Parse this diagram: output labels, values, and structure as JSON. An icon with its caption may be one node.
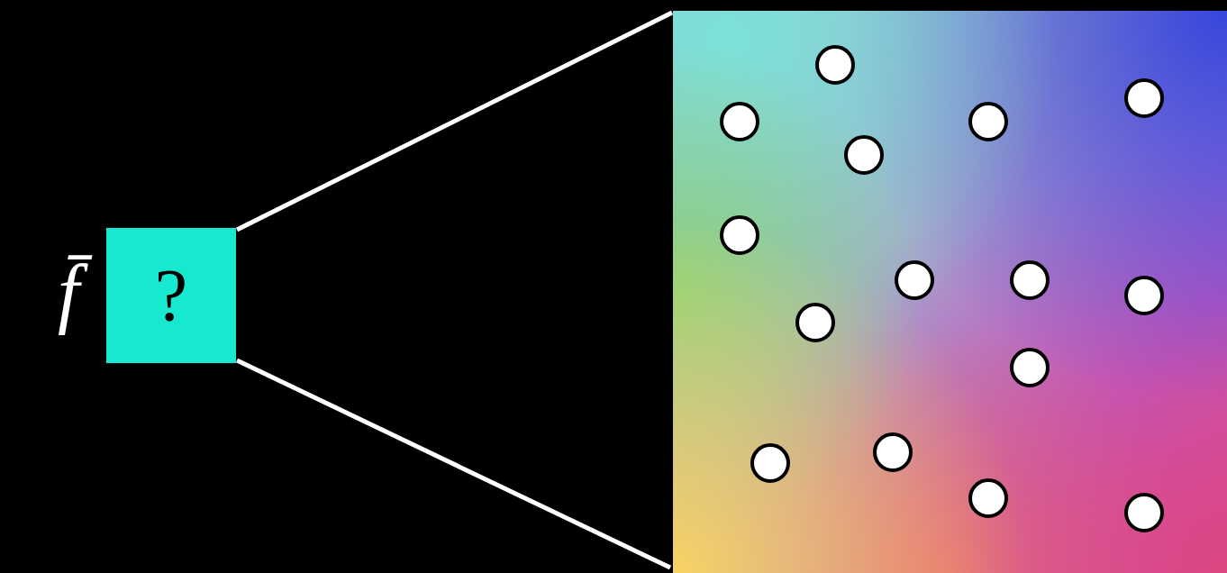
{
  "diagram": {
    "nodes": [
      {
        "text": [
          "?"
        ],
        "beside": [
          "f̄"
        ]
      },
      {
        "text": [],
        "shape": "picture"
      }
    ],
    "edges": [
      {
        "from": 0,
        "to": 1,
        "arrow": "none"
      },
      {
        "from": 0,
        "to": 1,
        "arrow": "none"
      }
    ]
  }
}
